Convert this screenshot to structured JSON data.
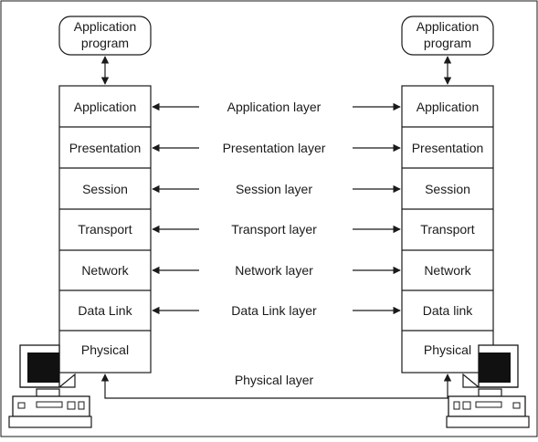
{
  "left": {
    "app_program": [
      "Application",
      "program"
    ],
    "layers": [
      "Application",
      "Presentation",
      "Session",
      "Transport",
      "Network",
      "Data Link",
      "Physical"
    ]
  },
  "right": {
    "app_program": [
      "Application",
      "program"
    ],
    "layers": [
      "Application",
      "Presentation",
      "Session",
      "Transport",
      "Network",
      "Data link",
      "Physical"
    ]
  },
  "peer_labels": [
    "Application layer",
    "Presentation layer",
    "Session layer",
    "Transport layer",
    "Network layer",
    "Data Link layer"
  ],
  "physical_link_label": "Physical layer",
  "colors": {
    "line": "#1a1a1a",
    "screen": "#111111",
    "background": "#ffffff"
  }
}
